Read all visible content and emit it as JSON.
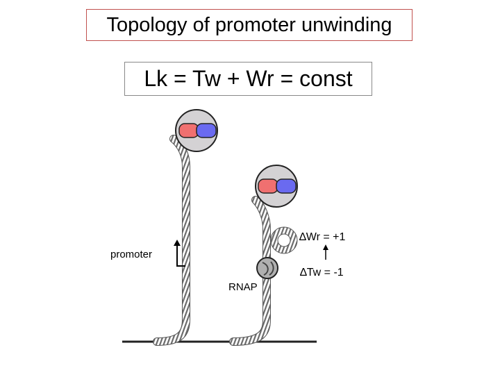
{
  "title": "Topology of promoter unwinding",
  "equation": "Lk = Tw + Wr = const",
  "labels": {
    "promoter": "promoter",
    "rnap": "RNAP",
    "delta_wr": "∆Wr = +1",
    "delta_tw": "∆Tw = -1"
  },
  "colors": {
    "title_border": "#c0504d",
    "bead_fill": "#d4d2d4",
    "domain_left": "#f07070",
    "domain_right": "#6a6af0",
    "dna_outline": "#555555"
  }
}
